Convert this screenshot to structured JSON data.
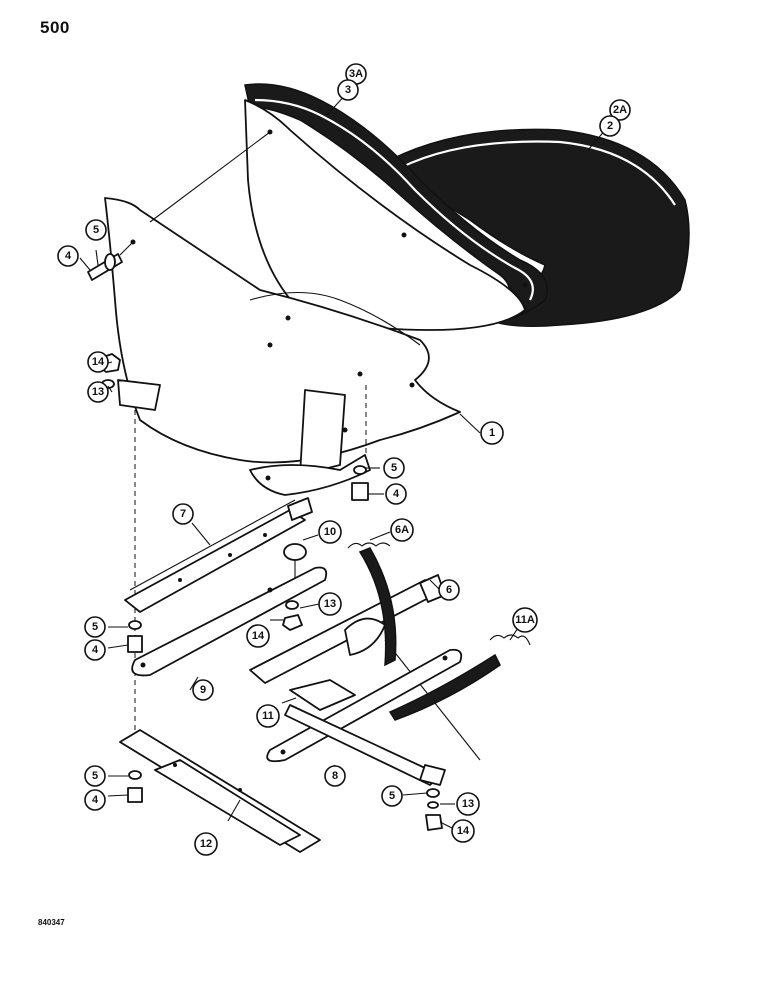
{
  "page": {
    "number": "500",
    "drawing_code": "840347"
  },
  "callouts": [
    {
      "id": "c1",
      "label": "1"
    },
    {
      "id": "c2",
      "label": "2"
    },
    {
      "id": "c2a",
      "label": "2A"
    },
    {
      "id": "c3",
      "label": "3"
    },
    {
      "id": "c3a",
      "label": "3A"
    },
    {
      "id": "c4a",
      "label": "4"
    },
    {
      "id": "c5a",
      "label": "5"
    },
    {
      "id": "c14a",
      "label": "14"
    },
    {
      "id": "c13a",
      "label": "13"
    },
    {
      "id": "c5b",
      "label": "5"
    },
    {
      "id": "c4b",
      "label": "4"
    },
    {
      "id": "c7",
      "label": "7"
    },
    {
      "id": "c10",
      "label": "10"
    },
    {
      "id": "c6a",
      "label": "6A"
    },
    {
      "id": "c6",
      "label": "6"
    },
    {
      "id": "c13b",
      "label": "13"
    },
    {
      "id": "c14b",
      "label": "14"
    },
    {
      "id": "c5c",
      "label": "5"
    },
    {
      "id": "c4c",
      "label": "4"
    },
    {
      "id": "c9",
      "label": "9"
    },
    {
      "id": "c11a",
      "label": "11A"
    },
    {
      "id": "c11",
      "label": "11"
    },
    {
      "id": "c8",
      "label": "8"
    },
    {
      "id": "c5d",
      "label": "5"
    },
    {
      "id": "c4d",
      "label": "4"
    },
    {
      "id": "c12",
      "label": "12"
    },
    {
      "id": "c5e",
      "label": "5"
    },
    {
      "id": "c13c",
      "label": "13"
    },
    {
      "id": "c14c",
      "label": "14"
    }
  ]
}
